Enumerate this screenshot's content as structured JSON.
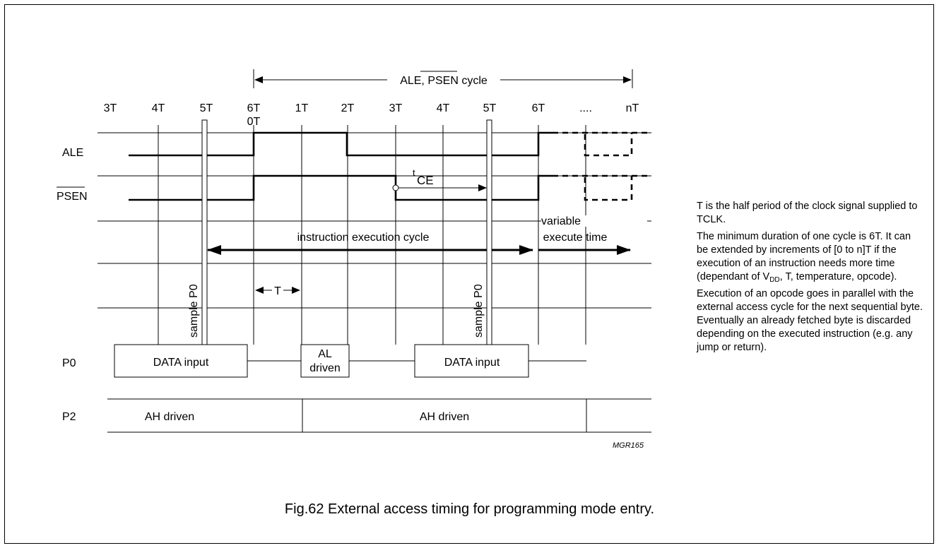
{
  "cycle_label": "ALE, PSEN cycle",
  "tick_labels": [
    "3T",
    "4T",
    "5T",
    "6T",
    "1T",
    "2T",
    "3T",
    "4T",
    "5T",
    "6T",
    "....",
    "nT"
  ],
  "tick_sublabel": "0T",
  "signals": {
    "ale": "ALE",
    "psen": "PSEN",
    "p0": "P0",
    "p2": "P2"
  },
  "tce": {
    "prefix": "t",
    "sub": "CE"
  },
  "instruction_cycle": "instruction execution cycle",
  "variable_line1": "variable",
  "variable_line2": "execute time",
  "t_label": "T",
  "sample_label": "sample P0",
  "p0_boxes": {
    "data_input": "DATA input",
    "al_line1": "AL",
    "al_line2": "driven"
  },
  "p2_segments": [
    "AH driven",
    "AH driven"
  ],
  "figure_code": "MGR165",
  "notes": {
    "p1": "T is the half period of the clock signal supplied to TCLK.",
    "p2_pre": "The minimum duration of one cycle is 6T. It can be extended by increments of [0 to n]T if the execution of an instruction needs more time (dependant of V",
    "p2_sub": "DD",
    "p2_post": ", T, temperature, opcode).",
    "p3": "Execution of an opcode goes in parallel with the external access cycle for the next sequential byte. Eventually an already fetched byte is discarded depending on the executed instruction (e.g. any jump or return)."
  },
  "caption": "Fig.62  External access timing for programming mode entry."
}
